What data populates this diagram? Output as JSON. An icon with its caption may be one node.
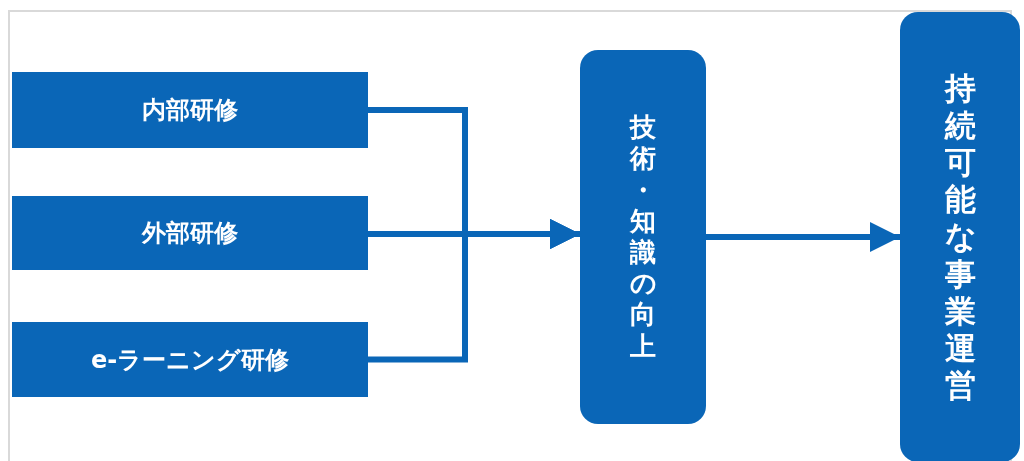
{
  "diagram": {
    "nodes": [
      {
        "text": [
          "内部研修"
        ]
      },
      {
        "text": [
          "外部研修"
        ]
      },
      {
        "text": [
          "e-ラーニング研修"
        ]
      },
      {
        "text": [
          "技術・知識の向上"
        ]
      },
      {
        "text": [
          "持続可能な事業運営"
        ]
      }
    ],
    "edges": [
      {
        "from": 0,
        "to": 3,
        "arrow": "to"
      },
      {
        "from": 1,
        "to": 3,
        "arrow": "to"
      },
      {
        "from": 2,
        "to": 3,
        "arrow": "to"
      },
      {
        "from": 3,
        "to": 4,
        "arrow": "to"
      }
    ]
  }
}
